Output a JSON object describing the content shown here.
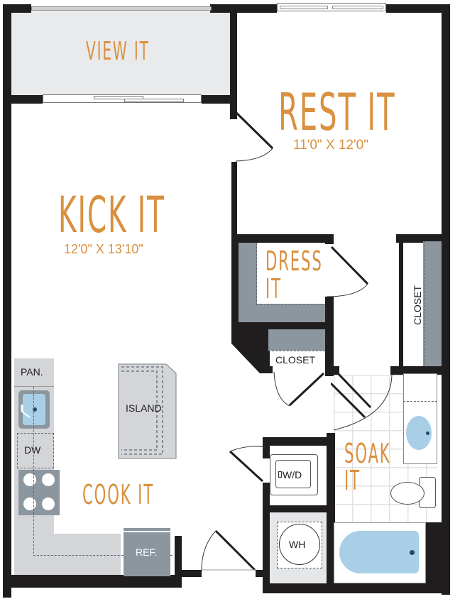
{
  "floorplan": {
    "rooms": {
      "view": {
        "name": "VIEW IT"
      },
      "rest": {
        "name": "REST IT",
        "dimensions": "11'0\" X 12'0\""
      },
      "kick": {
        "name": "KICK IT",
        "dimensions": "12'0\" X 13'10\""
      },
      "dress": {
        "name_line1": "DRESS",
        "name_line2": "IT"
      },
      "cook": {
        "name": "COOK IT"
      },
      "soak": {
        "name_line1": "SOAK",
        "name_line2": "IT"
      }
    },
    "fixtures": {
      "pantry": "PAN.",
      "dishwasher": "DW",
      "island": "ISLAND",
      "refrigerator": "REF.",
      "closet_hall": "CLOSET",
      "closet_bedroom": "CLOSET",
      "washer_dryer": "W/D",
      "water_heater": "WH"
    },
    "colors": {
      "label": "#d9903f",
      "wall": "#1f1d1e",
      "balcony_floor": "#e9eaec",
      "counter": "#d3d5d8",
      "storage": "#8c969e",
      "water": "#a9cfe6"
    }
  }
}
